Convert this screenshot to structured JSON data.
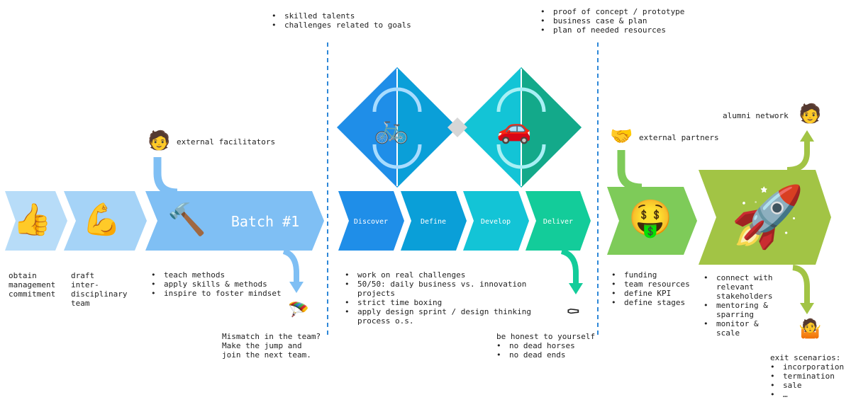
{
  "colors": {
    "commitment": "#b7dcf8",
    "draft": "#a5d3f7",
    "batch": "#7fbff4",
    "discover": "#1f8ee8",
    "define": "#0a9fd8",
    "develop": "#13c4d6",
    "deliver": "#13cc9a",
    "funding": "#7ecb59",
    "launch": "#a2c445",
    "divider": "#2f88d8"
  },
  "icons": {
    "commitment": "thumbs-up-icon",
    "draft": "flexed-biceps-icon",
    "batch": "hammer-icon",
    "facilitator": "teacher-icon",
    "parachute": "parachute-icon",
    "bicycle": "bicycle-icon",
    "car": "car-icon",
    "coffin": "coffin-icon",
    "handshake": "handshake-icon",
    "money": "money-mouth-face-icon",
    "rocket": "rocket-icon",
    "astronaut": "astronaut-icon",
    "shrug": "person-shrugging-icon"
  },
  "stages": {
    "commitment": {
      "caption": "obtain\nmanagement\ncommitment"
    },
    "draft": {
      "caption": "draft\ninter-\ndisciplinary\nteam"
    },
    "batch": {
      "label": "Batch #1",
      "bullets": [
        "teach methods",
        "apply skills & methods",
        "inspire to foster mindset"
      ]
    },
    "facilitators": "external facilitators",
    "mismatch": "Mismatch in the team?\nMake the jump and\njoin the next team.",
    "sprint": {
      "discover": "Discover",
      "define": "Define",
      "develop": "Develop",
      "deliver": "Deliver",
      "inputs": [
        "skilled talents",
        "challenges related to goals"
      ],
      "outputs": [
        "proof of concept / prototype",
        "business case & plan",
        "plan of needed resources"
      ],
      "bullets": [
        "work on real challenges",
        "50/50: daily business vs. innovation\nprojects",
        "strict time boxing",
        "apply design sprint / design thinking\nprocess o.s."
      ]
    },
    "honest": {
      "title": "be honest to yourself",
      "bullets": [
        "no dead horses",
        "no dead ends"
      ]
    },
    "partners": "external partners",
    "funding": {
      "bullets": [
        "funding",
        "team resources",
        "define KPI",
        "define stages"
      ]
    },
    "launch": {
      "bullets": [
        "connect with\nrelevant\nstakeholders",
        "mentoring &\nsparring",
        "monitor &\nscale"
      ]
    },
    "alumni": "alumni network",
    "exit": {
      "title": "exit scenarios:",
      "bullets": [
        "incorporation",
        "termination",
        "sale",
        "…"
      ]
    }
  }
}
